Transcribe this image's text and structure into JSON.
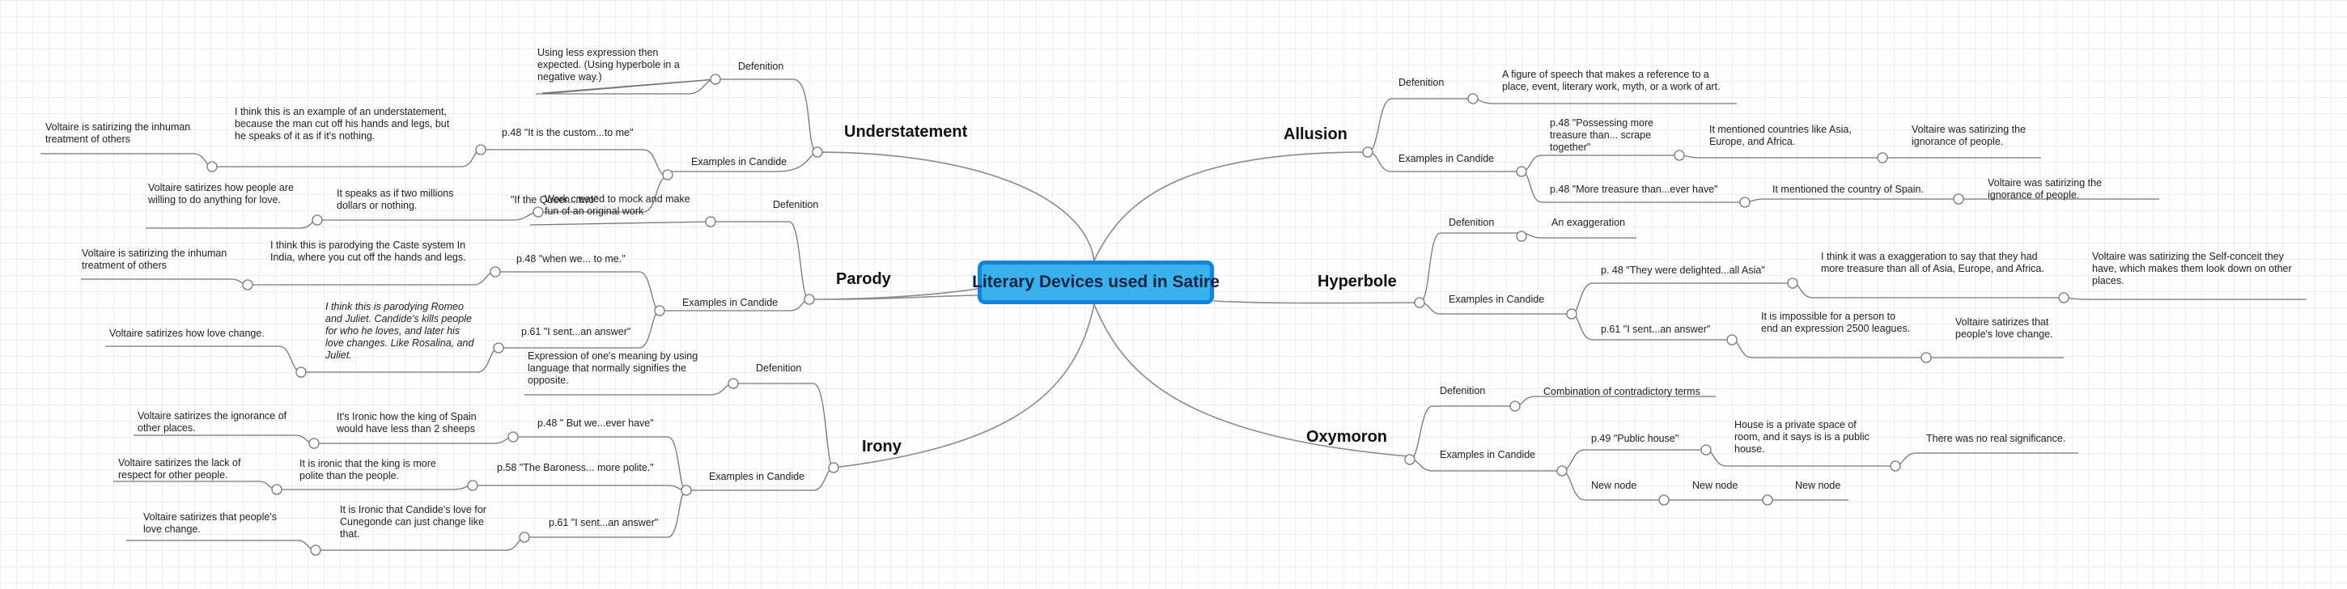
{
  "central_topic": "Literary Devices used in Satire",
  "branches": {
    "understatement": {
      "title": "Understatement",
      "definition_label": "Defenition",
      "definition": "Using less expression then expected. (Using hyperbole in a negative way.)",
      "examples_label": "Examples in Candide",
      "ex1_quote": "p.48 \"It is the custom...to me\"",
      "ex1_note": "I think this is an example of an understatement, because the man cut off his hands and legs, but he speaks of it as if it's nothing.",
      "ex1_satire": "Voltaire is satirizing the inhuman treatment of others",
      "ex2_quote": "\"If the Queen...two\"",
      "ex2_note": "It speaks as if two millions dollars or nothing.",
      "ex2_satire": "Voltaire satirizes how people are willing to do anything for love."
    },
    "parody": {
      "title": "Parody",
      "definition_label": "Defenition",
      "definition": "Work created to mock and make fun of an original work",
      "examples_label": "Examples in Candide",
      "ex1_quote": "p.48 \"when we... to me.\"",
      "ex1_note": "I think this is parodying the Caste system In India, where you cut off the hands and legs.",
      "ex1_satire": "Voltaire is satirizing the inhuman treatment of others",
      "ex2_quote": "p.61 \"I sent...an answer\"",
      "ex2_note": "I think this is parodying Romeo and Juliet. Candide's kills people for who he loves, and later his love changes. Like Rosalina, and Juliet.",
      "ex2_satire": "Voltaire satirizes how love change."
    },
    "irony": {
      "title": "Irony",
      "definition_label": "Defenition",
      "definition": "Expression of one's meaning by using language that normally signifies the opposite.",
      "examples_label": "Examples in Candide",
      "ex1_quote": "p.48 \" But we...ever have\"",
      "ex1_note": "It's Ironic how the king of Spain would have less than 2 sheeps",
      "ex1_satire": "Voltaire satirizes the ignorance of other places.",
      "ex2_quote": "p.58 \"The Baroness... more polite.\"",
      "ex2_note": "It is ironic that the king is more polite than the people.",
      "ex2_satire": "Voltaire satirizes the lack of respect for other people.",
      "ex3_quote": "p.61 \"I sent...an answer\"",
      "ex3_note": "It is Ironic that Candide's love for Cunegonde can just change like that.",
      "ex3_satire": "Voltaire satirizes that people's love change."
    },
    "allusion": {
      "title": "Allusion",
      "definition_label": "Defenition",
      "definition": "A figure of speech that makes a reference to a place, event, literary work, myth, or a work of art.",
      "examples_label": "Examples in Candide",
      "ex1_quote": "p.48 \"Possessing more treasure than... scrape together\"",
      "ex1_note": "It mentioned countries like Asia, Europe, and Africa.",
      "ex1_satire": "Voltaire was satirizing the ignorance of people.",
      "ex2_quote": "p.48 \"More treasure than...ever have\"",
      "ex2_note": "It mentioned the country of Spain.",
      "ex2_satire": "Voltaire was satirizing the ignorance of people."
    },
    "hyperbole": {
      "title": "Hyperbole",
      "definition_label": "Defenition",
      "definition": "An exaggeration",
      "examples_label": "Examples in Candide",
      "ex1_quote": "p. 48 \"They were delighted...all Asia\"",
      "ex1_note": "I think it was a exaggeration to say that they had more treasure than all of Asia, Europe, and Africa.",
      "ex1_satire": "Voltaire was satirizing the Self-conceit they have, which makes them look down on other places.",
      "ex2_quote": "p.61 \"I sent...an answer\"",
      "ex2_note": "It is impossible for a person to end an expression 2500 leagues.",
      "ex2_satire": "Voltaire satirizes that people's love change."
    },
    "oxymoron": {
      "title": "Oxymoron",
      "definition_label": "Defenition",
      "definition": "Combination of contradictory terms",
      "examples_label": "Examples in Candide",
      "ex1_quote": "p.49 \"Public house\"",
      "ex1_note": "House is  a private space of room, and it says is is a public house.",
      "ex1_satire": "There was no real significance.",
      "new_node_1": "New node",
      "new_node_2": "New node",
      "new_node_3": "New node"
    }
  }
}
